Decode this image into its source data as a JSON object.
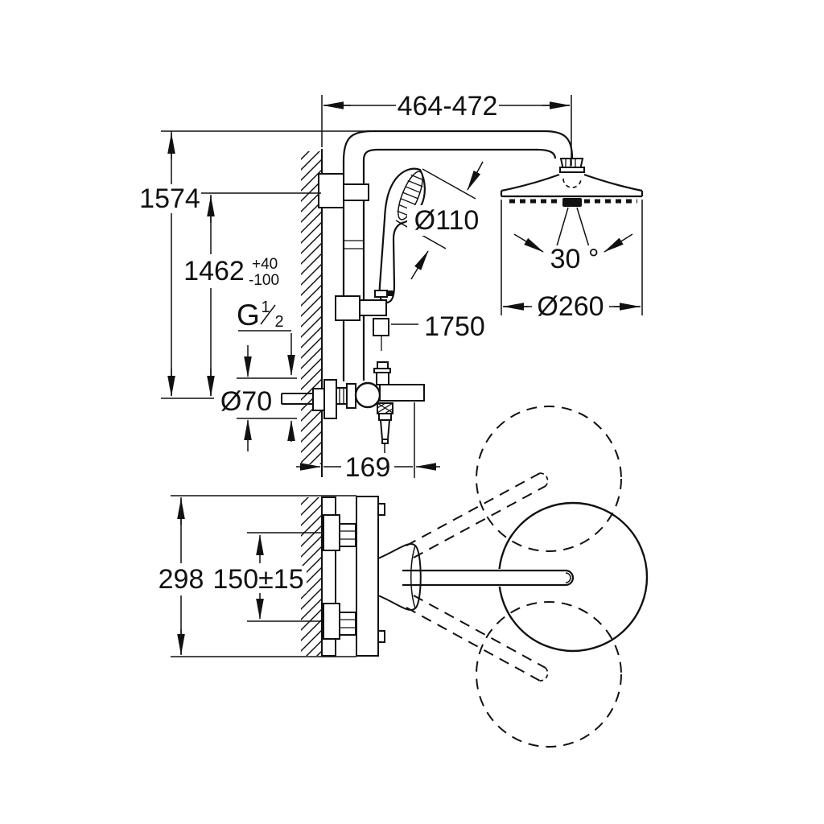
{
  "background": "#ffffff",
  "ink": "#111111",
  "drawing": {
    "name": "Shower system dimensional drawing",
    "dims": {
      "arm_span": "464-472",
      "height_total": "1574",
      "height_inlet": "1462",
      "tol_plus": "+40",
      "tol_minus": "-100",
      "thread_letter": "G",
      "thread_num": "1",
      "thread_den": "2",
      "inlet_dia": "Ø70",
      "hand_dia": "Ø110",
      "hose_len": "1750",
      "spray_angle": "30 °",
      "head_dia": "Ø260",
      "depth": "169",
      "body_span": "298",
      "inlet_spacing": "150±15"
    }
  }
}
